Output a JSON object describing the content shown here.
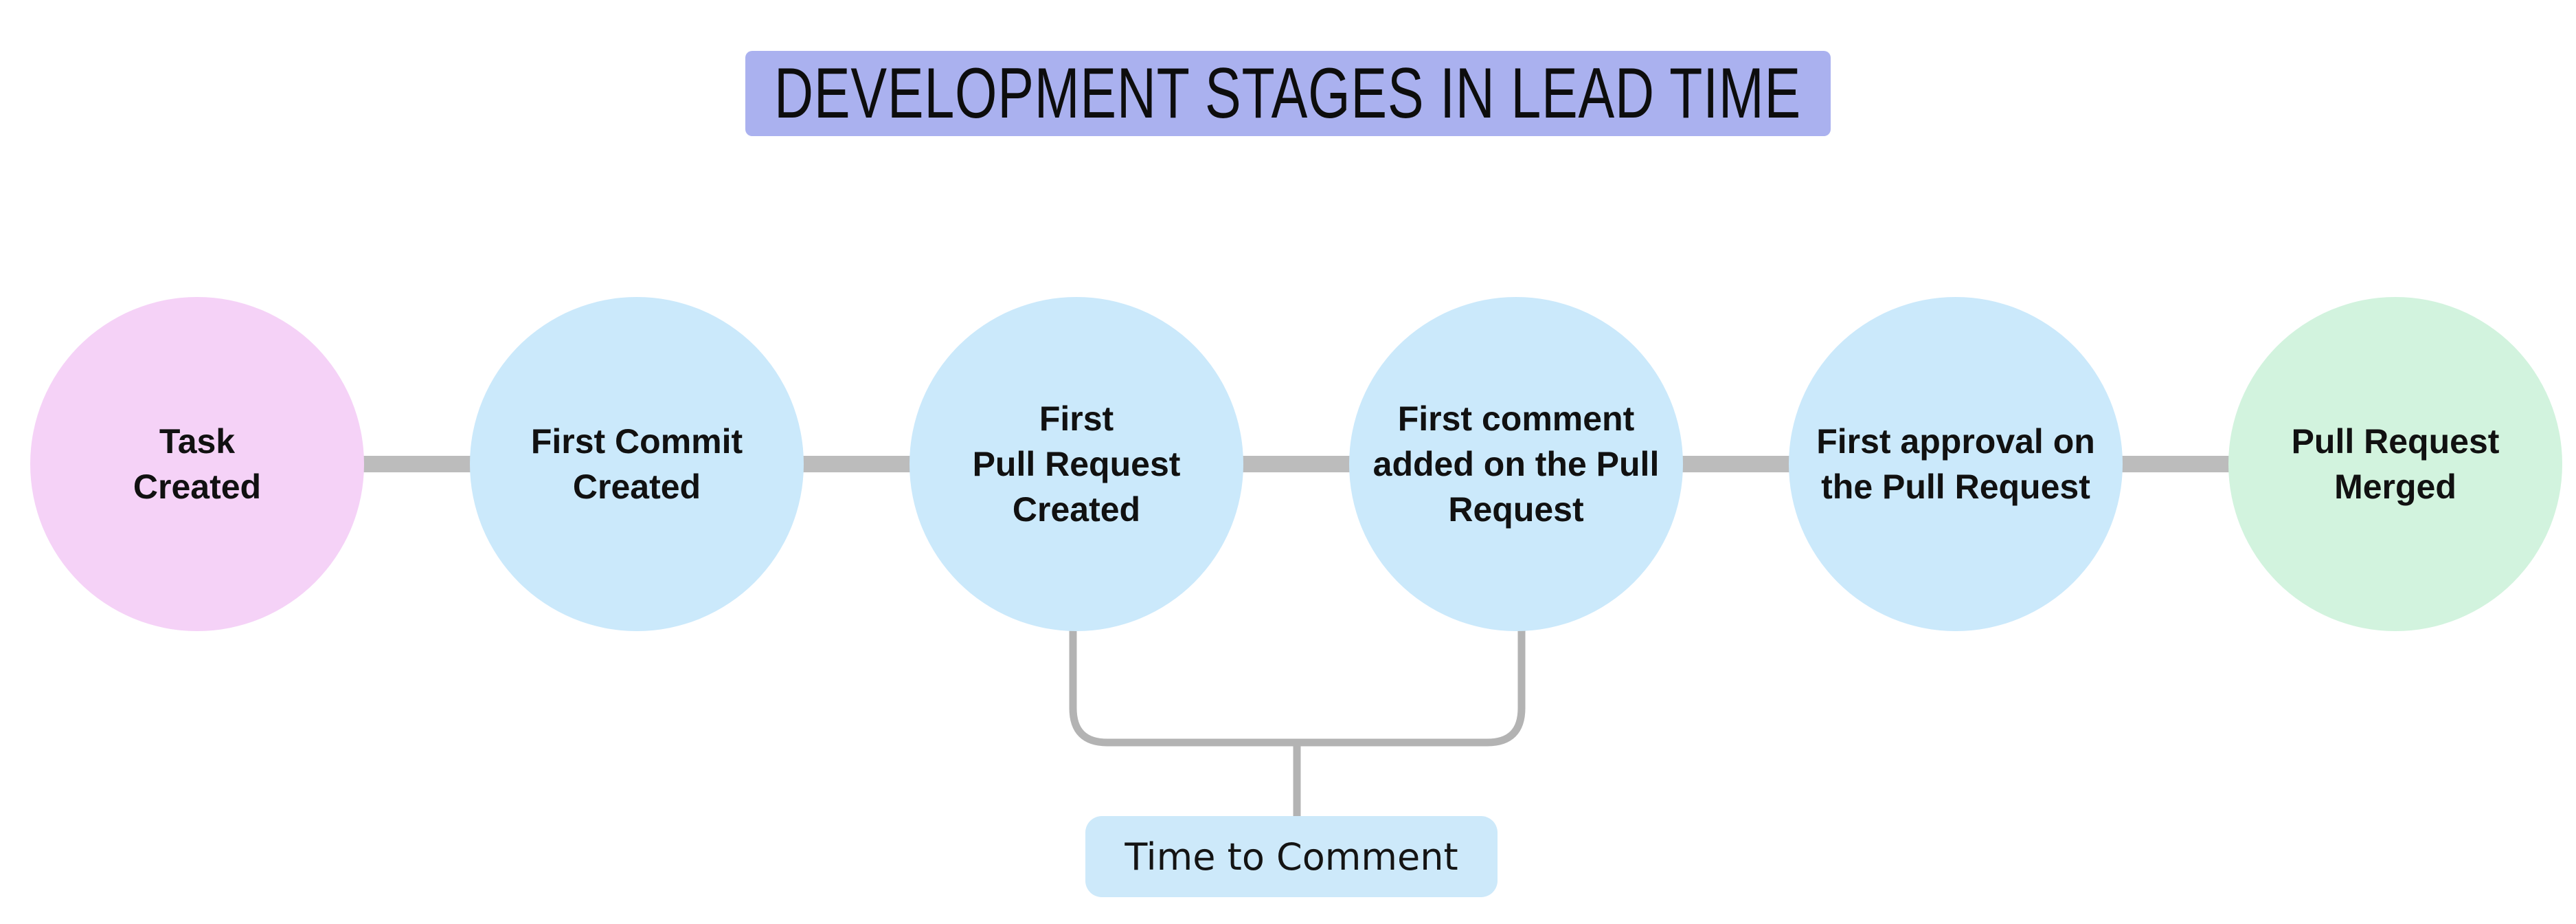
{
  "title": {
    "text": "DEVELOPMENT STAGES IN LEAD TIME",
    "bg": "#aab1ef"
  },
  "stages": [
    {
      "id": "task-created",
      "label": "Task\nCreated",
      "color": "#f5d2f7"
    },
    {
      "id": "first-commit-created",
      "label": "First Commit\nCreated",
      "color": "#cbe9fb"
    },
    {
      "id": "first-pull-request-created",
      "label": "First\nPull Request\nCreated",
      "color": "#cbe9fb"
    },
    {
      "id": "first-comment-added",
      "label": "First comment\nadded on the Pull\nRequest",
      "color": "#cbe9fb"
    },
    {
      "id": "first-approval",
      "label": "First approval on\nthe Pull Request",
      "color": "#cbe9fb"
    },
    {
      "id": "pull-request-merged",
      "label": "Pull Request\nMerged",
      "color": "#d2f3de"
    }
  ],
  "annotation": {
    "label": "Time to Comment",
    "bg": "#cde9fa",
    "spans_from_stage": "first-pull-request-created",
    "spans_to_stage": "first-comment-added"
  },
  "colors": {
    "connector": "#bcbcbc",
    "bracket": "#b3b3b3",
    "text": "#111111",
    "background": "#ffffff"
  }
}
